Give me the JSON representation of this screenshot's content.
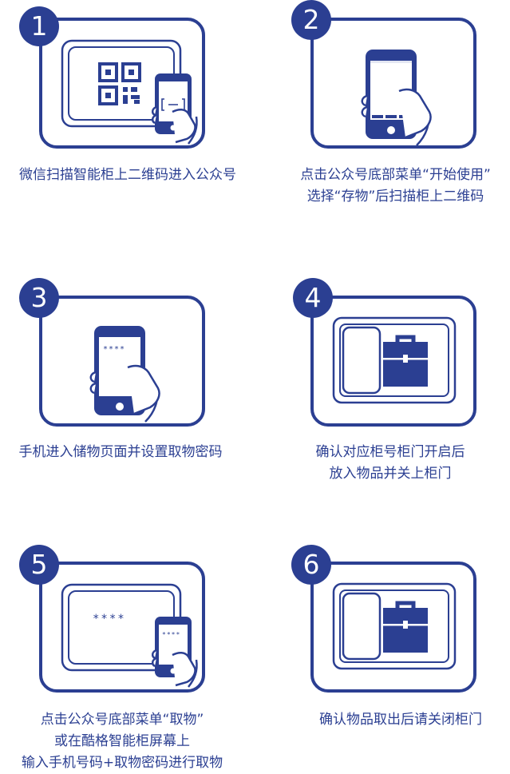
{
  "colors": {
    "primary": "#2b3f92",
    "background": "#ffffff"
  },
  "steps": [
    {
      "number": "1",
      "caption_lines": [
        "微信扫描智能柜上二维码进入公众号"
      ],
      "icons": [
        "locker-screen-icon",
        "qr-code-icon",
        "hand-phone-scan-icon"
      ]
    },
    {
      "number": "2",
      "caption_lines": [
        "点击公众号底部菜单“开始使用”",
        "选择“存物”后扫描柜上二维码"
      ],
      "icons": [
        "hand-phone-menu-icon"
      ]
    },
    {
      "number": "3",
      "caption_lines": [
        "手机进入储物页面并设置取物密码"
      ],
      "icons": [
        "hand-phone-password-icon"
      ],
      "screen_text": "****"
    },
    {
      "number": "4",
      "caption_lines": [
        "确认对应柜号柜门开启后",
        "放入物品并关上柜门"
      ],
      "icons": [
        "locker-open-icon",
        "briefcase-icon"
      ]
    },
    {
      "number": "5",
      "caption_lines": [
        "点击公众号底部菜单“取物”",
        "或在酷格智能柜屏幕上",
        "输入手机号码+取物密码进行取物"
      ],
      "icons": [
        "locker-screen-icon",
        "hand-phone-password-icon"
      ],
      "screen_text": "****",
      "phone_text": "****"
    },
    {
      "number": "6",
      "caption_lines": [
        "确认物品取出后请关闭柜门"
      ],
      "icons": [
        "locker-open-icon",
        "briefcase-icon"
      ]
    }
  ]
}
